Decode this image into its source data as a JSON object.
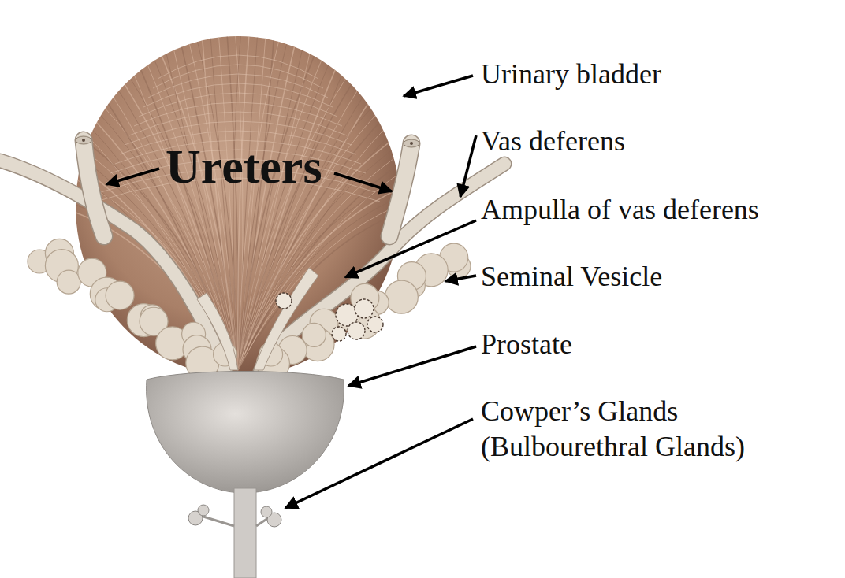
{
  "diagram": {
    "labels": [
      "Urinary bladder",
      "Ureters",
      "Vas deferens",
      "Ampulla of vas deferens",
      "Seminal Vesicle",
      "Prostate",
      "Cowper’s Glands (Bulbourethral Glands)"
    ]
  }
}
